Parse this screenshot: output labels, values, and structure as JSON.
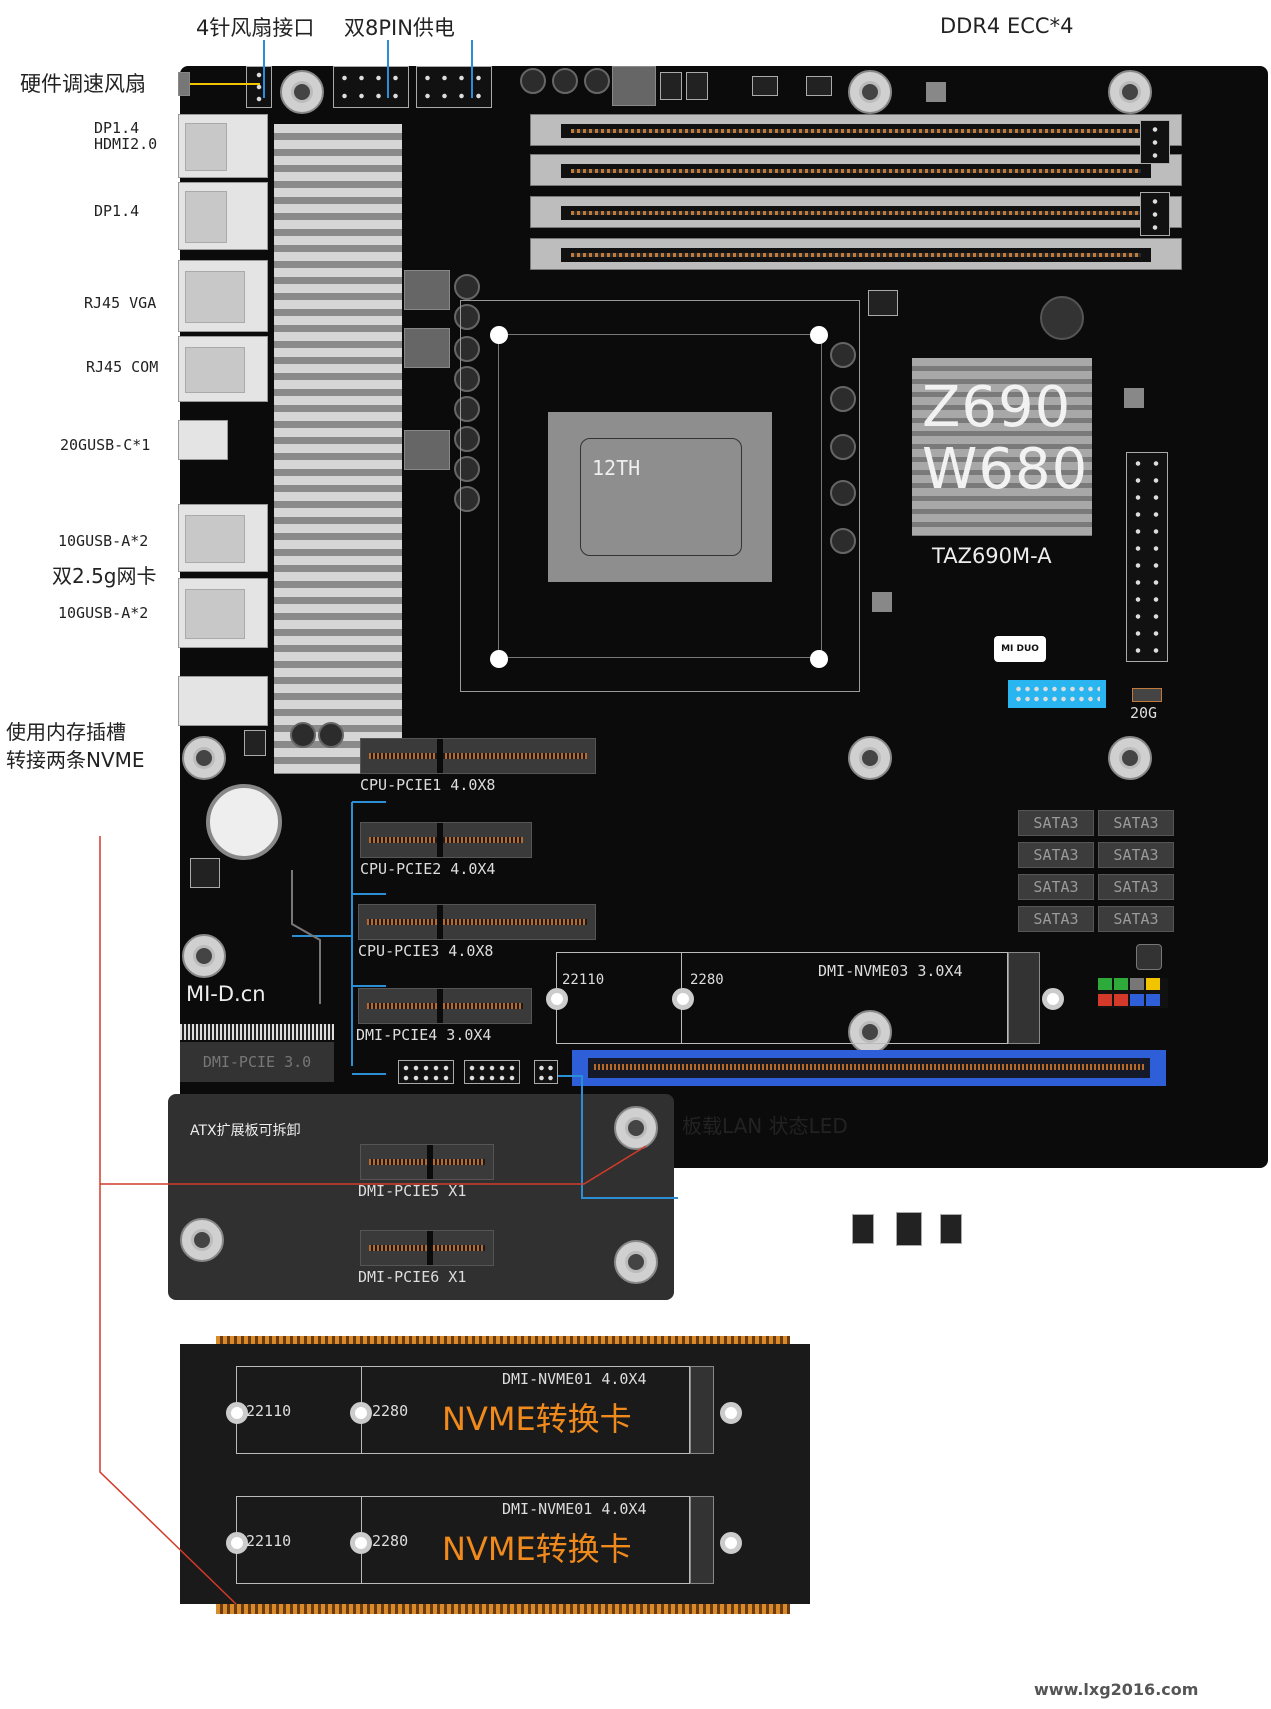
{
  "callouts": {
    "fan_4pin": "4针风扇接口",
    "dual_8pin": "双8PIN供电",
    "ddr4": "DDR4 ECC*4",
    "hw_fan": "硬件调速风扇",
    "memslot_nvme_1": "使用内存插槽",
    "memslot_nvme_2": "转接两条NVME",
    "lan_led": "板载LAN 状态LED",
    "dual_nic": "双2.5g网卡"
  },
  "io_labels": {
    "dp_hdmi_1": "DP1.4",
    "dp_hdmi_2": "HDMI2.0",
    "dp": "DP1.4",
    "rj45_vga": "RJ45 VGA",
    "rj45_com": "RJ45 COM",
    "usbc": "20GUSB-C*1",
    "usba1": "10GUSB-A*2",
    "usba2": "10GUSB-A*2"
  },
  "board": {
    "cpu_label": "12TH",
    "chipset_line1": "Z690",
    "chipset_line2": "W680",
    "model": "TAZ690M-A",
    "logo": "MI DUO",
    "site": "MI-D.cn",
    "usb20g": "20G",
    "dmi_pcie": "DMI-PCIE 3.0",
    "nvme03": "DMI-NVME03 3.0X4",
    "m2_22110": "22110",
    "m2_2280": "2280"
  },
  "pcie_slots": [
    {
      "label": "CPU-PCIE1 4.0X8"
    },
    {
      "label": "CPU-PCIE2 4.0X4"
    },
    {
      "label": "CPU-PCIE3 4.0X8"
    },
    {
      "label": "DMI-PCIE4 3.0X4"
    }
  ],
  "sata_ports": [
    "SATA3",
    "SATA3",
    "SATA3",
    "SATA3",
    "SATA3",
    "SATA3",
    "SATA3",
    "SATA3"
  ],
  "expansion_board": {
    "title": "ATX扩展板可拆卸",
    "slot5": "DMI-PCIE5 X1",
    "slot6": "DMI-PCIE6 X1"
  },
  "nvme_cards": [
    {
      "spec": "DMI-NVME01 4.0X4",
      "title": "NVME转换卡",
      "s22110": "22110",
      "s2280": "2280"
    },
    {
      "spec": "DMI-NVME01 4.0X4",
      "title": "NVME转换卡",
      "s22110": "22110",
      "s2280": "2280"
    }
  ],
  "watermark": "www.lxg2016.com",
  "colors": {
    "callout_line": "#f2c400",
    "pcie_link": "#2a8fd6",
    "nvme_link": "#d33a2a",
    "nvme_title": "#f08a1c",
    "pcie_x16_accent": "#2f5fd8",
    "usb20_header": "#29b6f0"
  }
}
